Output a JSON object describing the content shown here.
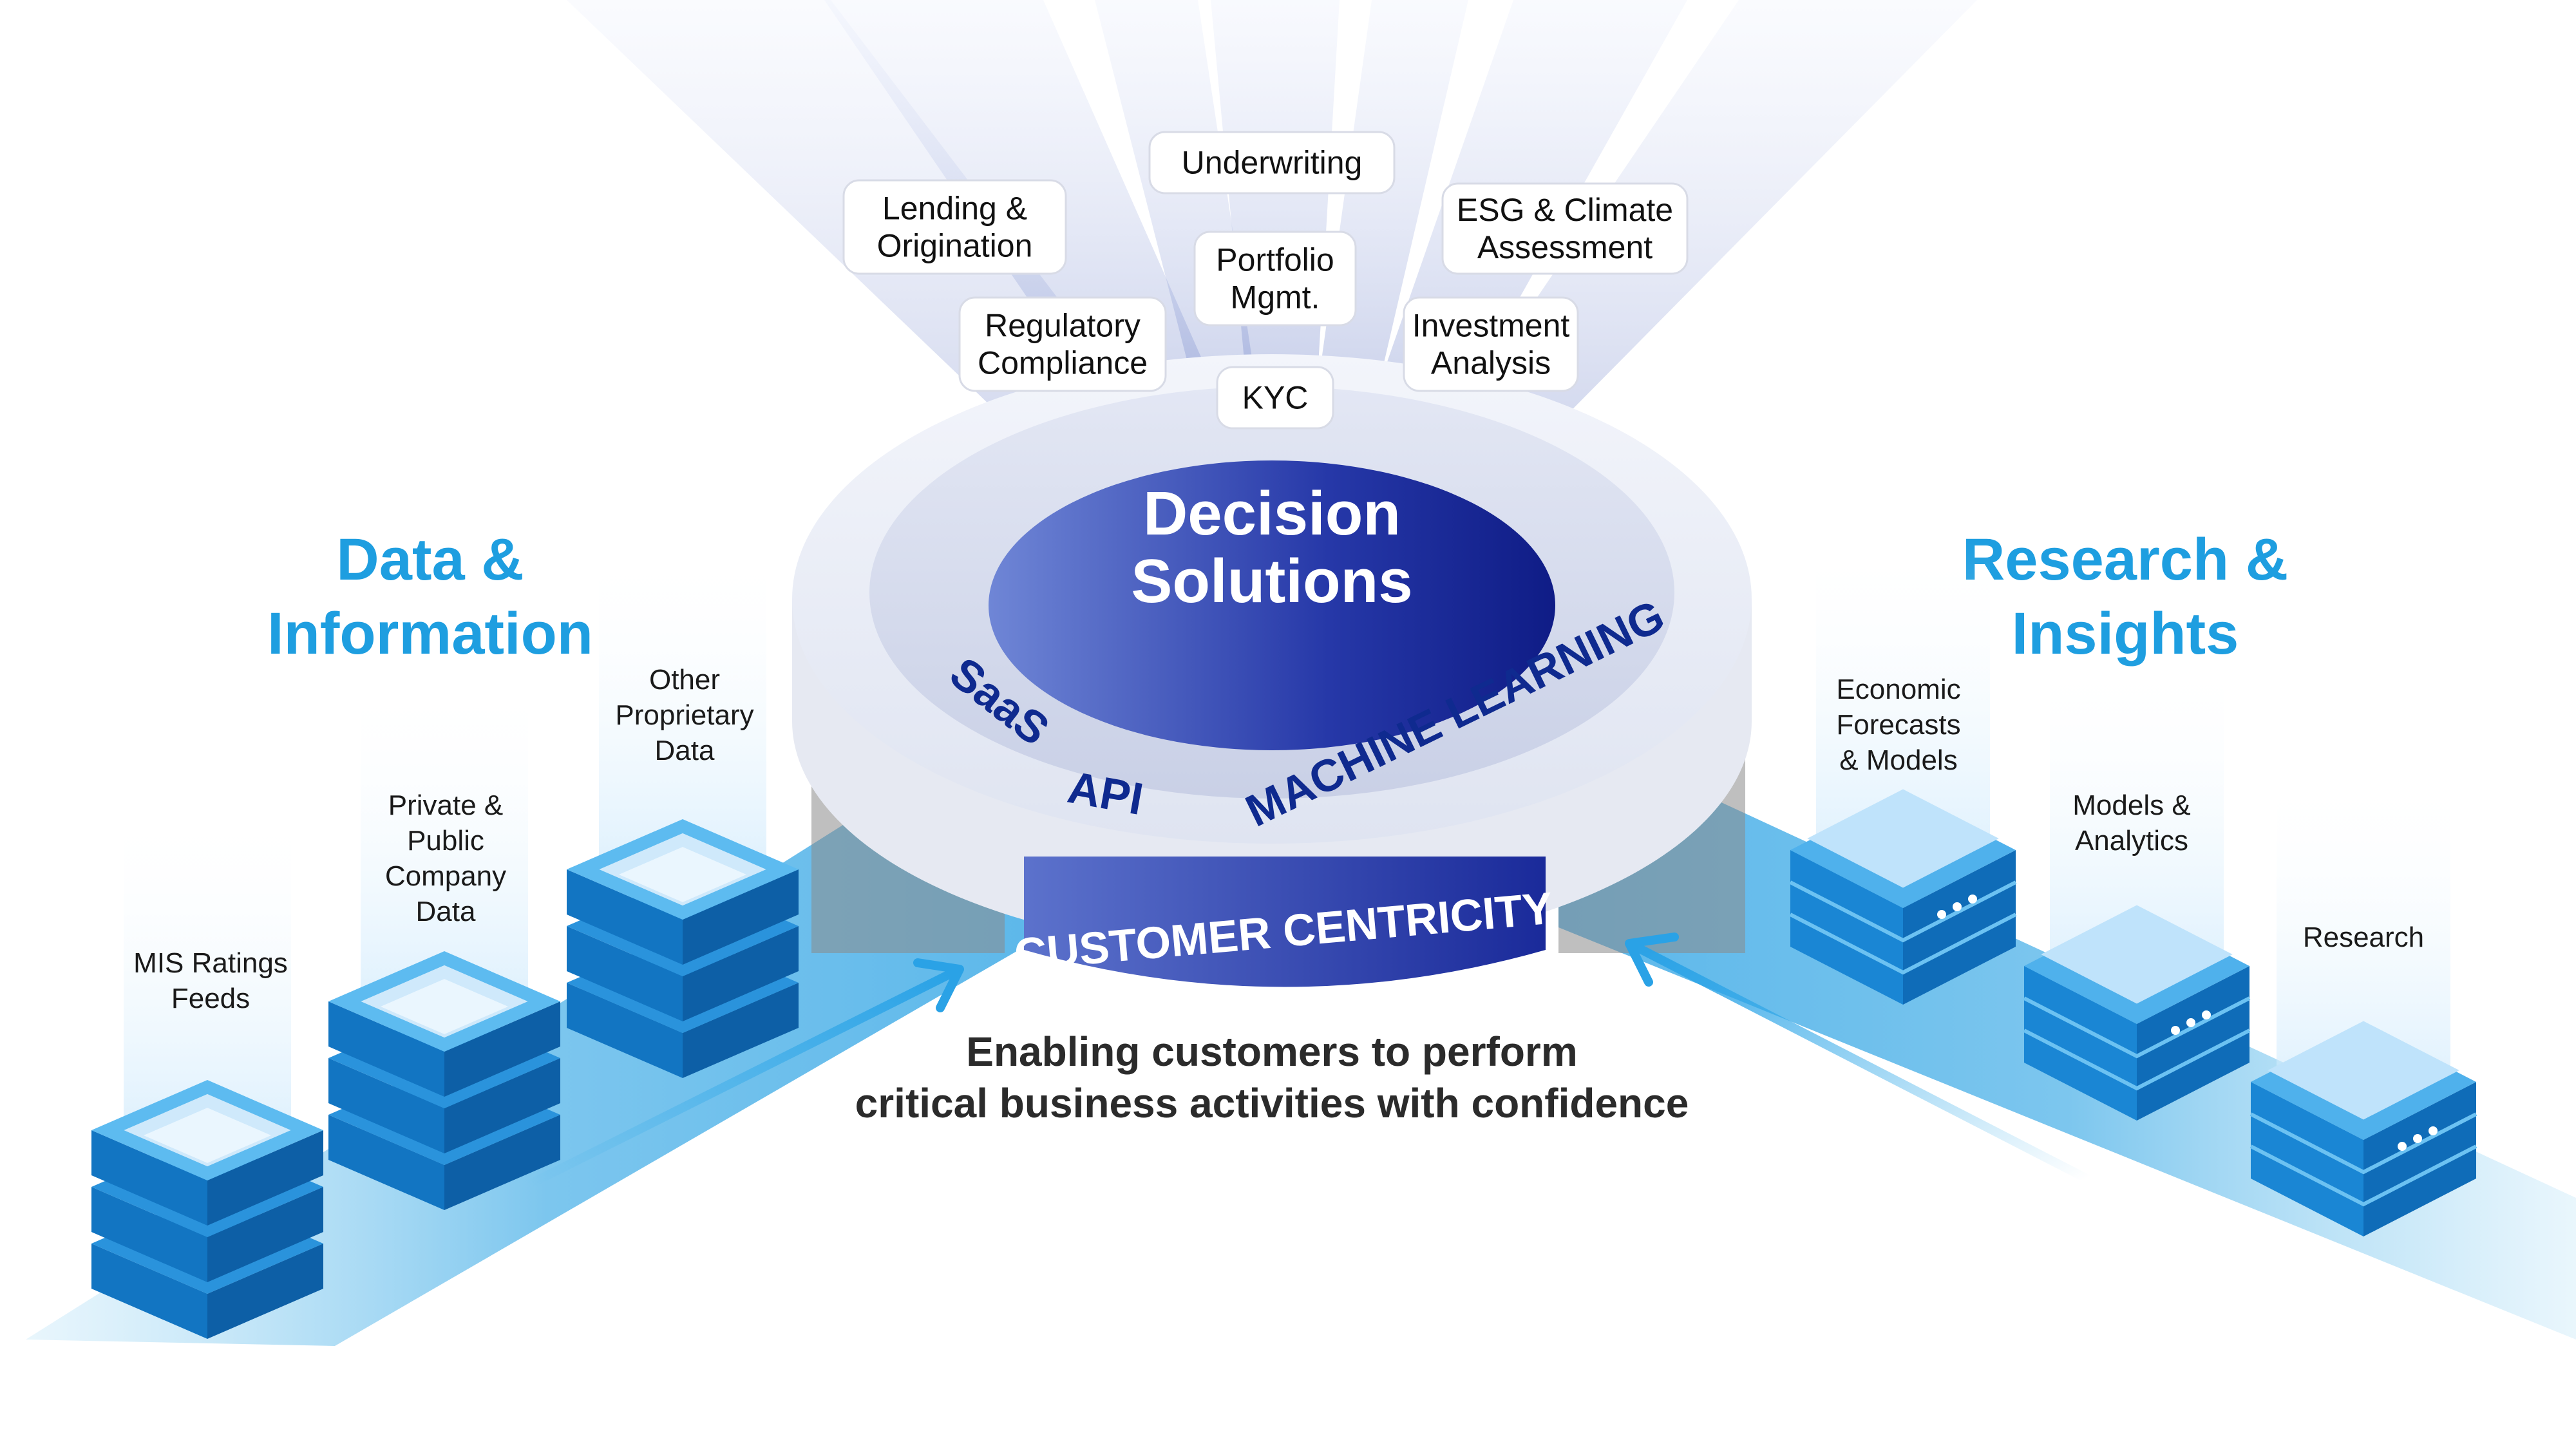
{
  "colors": {
    "accent": "#1e9ee0",
    "navy": "#14238f",
    "ring_text": "#0f2a8f",
    "conveyor": "#79c6ee",
    "server_blue": "#1a86d4"
  },
  "core": {
    "title_line1": "Decision",
    "title_line2": "Solutions"
  },
  "ring": {
    "saas": "SaaS",
    "api": "API",
    "ml": "MACHINE LEARNING"
  },
  "band": {
    "text": "CUSTOMER CENTRICITY"
  },
  "tagline": {
    "line1": "Enabling customers to perform",
    "line2": "critical business activities with confidence"
  },
  "left_section": {
    "title_line1": "Data &",
    "title_line2": "Information",
    "stacks": [
      {
        "lines": [
          "MIS Ratings",
          "Feeds"
        ],
        "icon": "database-stack-icon"
      },
      {
        "lines": [
          "Private &",
          "Public",
          "Company",
          "Data"
        ],
        "icon": "database-stack-icon"
      },
      {
        "lines": [
          "Other",
          "Proprietary",
          "Data"
        ],
        "icon": "database-stack-icon"
      }
    ]
  },
  "right_section": {
    "title_line1": "Research &",
    "title_line2": "Insights",
    "servers": [
      {
        "lines": [
          "Economic",
          "Forecasts",
          "& Models"
        ],
        "icon": "server-icon"
      },
      {
        "lines": [
          "Models &",
          "Analytics"
        ],
        "icon": "server-icon"
      },
      {
        "lines": [
          "Research"
        ],
        "icon": "server-icon"
      }
    ]
  },
  "tags": [
    {
      "lines": [
        "Underwriting"
      ]
    },
    {
      "lines": [
        "Lending &",
        "Origination"
      ]
    },
    {
      "lines": [
        "ESG & Climate",
        "Assessment"
      ]
    },
    {
      "lines": [
        "Portfolio",
        "Mgmt."
      ]
    },
    {
      "lines": [
        "Regulatory",
        "Compliance"
      ]
    },
    {
      "lines": [
        "Investment",
        "Analysis"
      ]
    },
    {
      "lines": [
        "KYC"
      ]
    }
  ]
}
